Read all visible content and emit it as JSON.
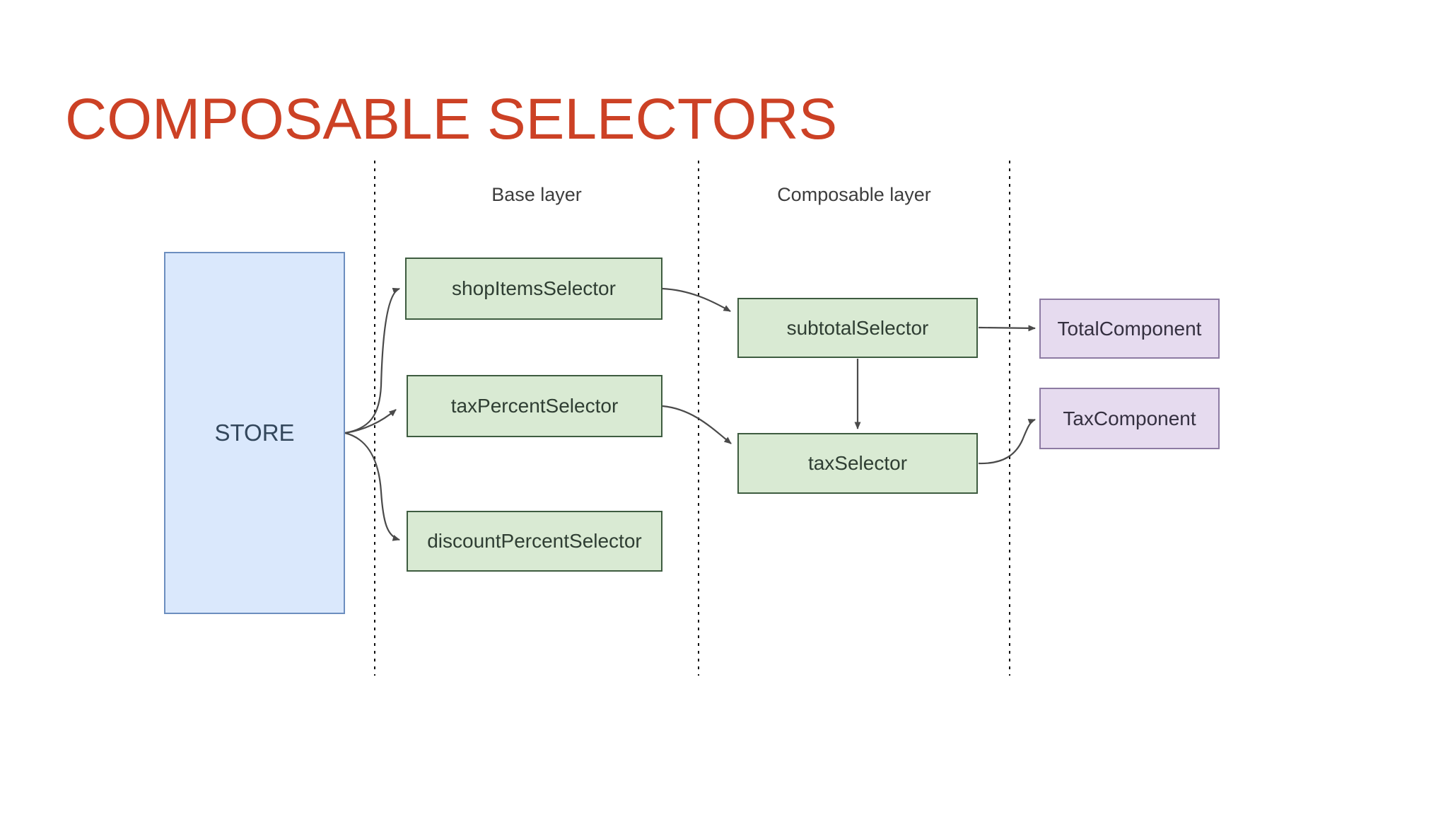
{
  "title": "COMPOSABLE SELECTORS",
  "layers": {
    "base_label": "Base layer",
    "composable_label": "Composable layer"
  },
  "nodes": {
    "store": "STORE",
    "shop_items": "shopItemsSelector",
    "tax_percent": "taxPercentSelector",
    "discount_percent": "discountPercentSelector",
    "subtotal": "subtotalSelector",
    "tax": "taxSelector",
    "total_component": "TotalComponent",
    "tax_component": "TaxComponent"
  },
  "edges": [
    {
      "from": "store",
      "to": "shop_items"
    },
    {
      "from": "store",
      "to": "tax_percent"
    },
    {
      "from": "store",
      "to": "discount_percent"
    },
    {
      "from": "shop_items",
      "to": "subtotal"
    },
    {
      "from": "tax_percent",
      "to": "tax"
    },
    {
      "from": "subtotal",
      "to": "tax"
    },
    {
      "from": "subtotal",
      "to": "total_component"
    },
    {
      "from": "tax",
      "to": "tax_component"
    }
  ],
  "colors": {
    "title": "#cc4125",
    "store_fill": "#dae8fc",
    "store_stroke": "#6c8ebf",
    "selector_fill": "#d9ead3",
    "selector_stroke": "#3e5c40",
    "component_fill": "#e6dbef",
    "component_stroke": "#8d7ba3",
    "connector": "#4a4a4a",
    "divider": "#111111",
    "background": "#ffffff"
  }
}
